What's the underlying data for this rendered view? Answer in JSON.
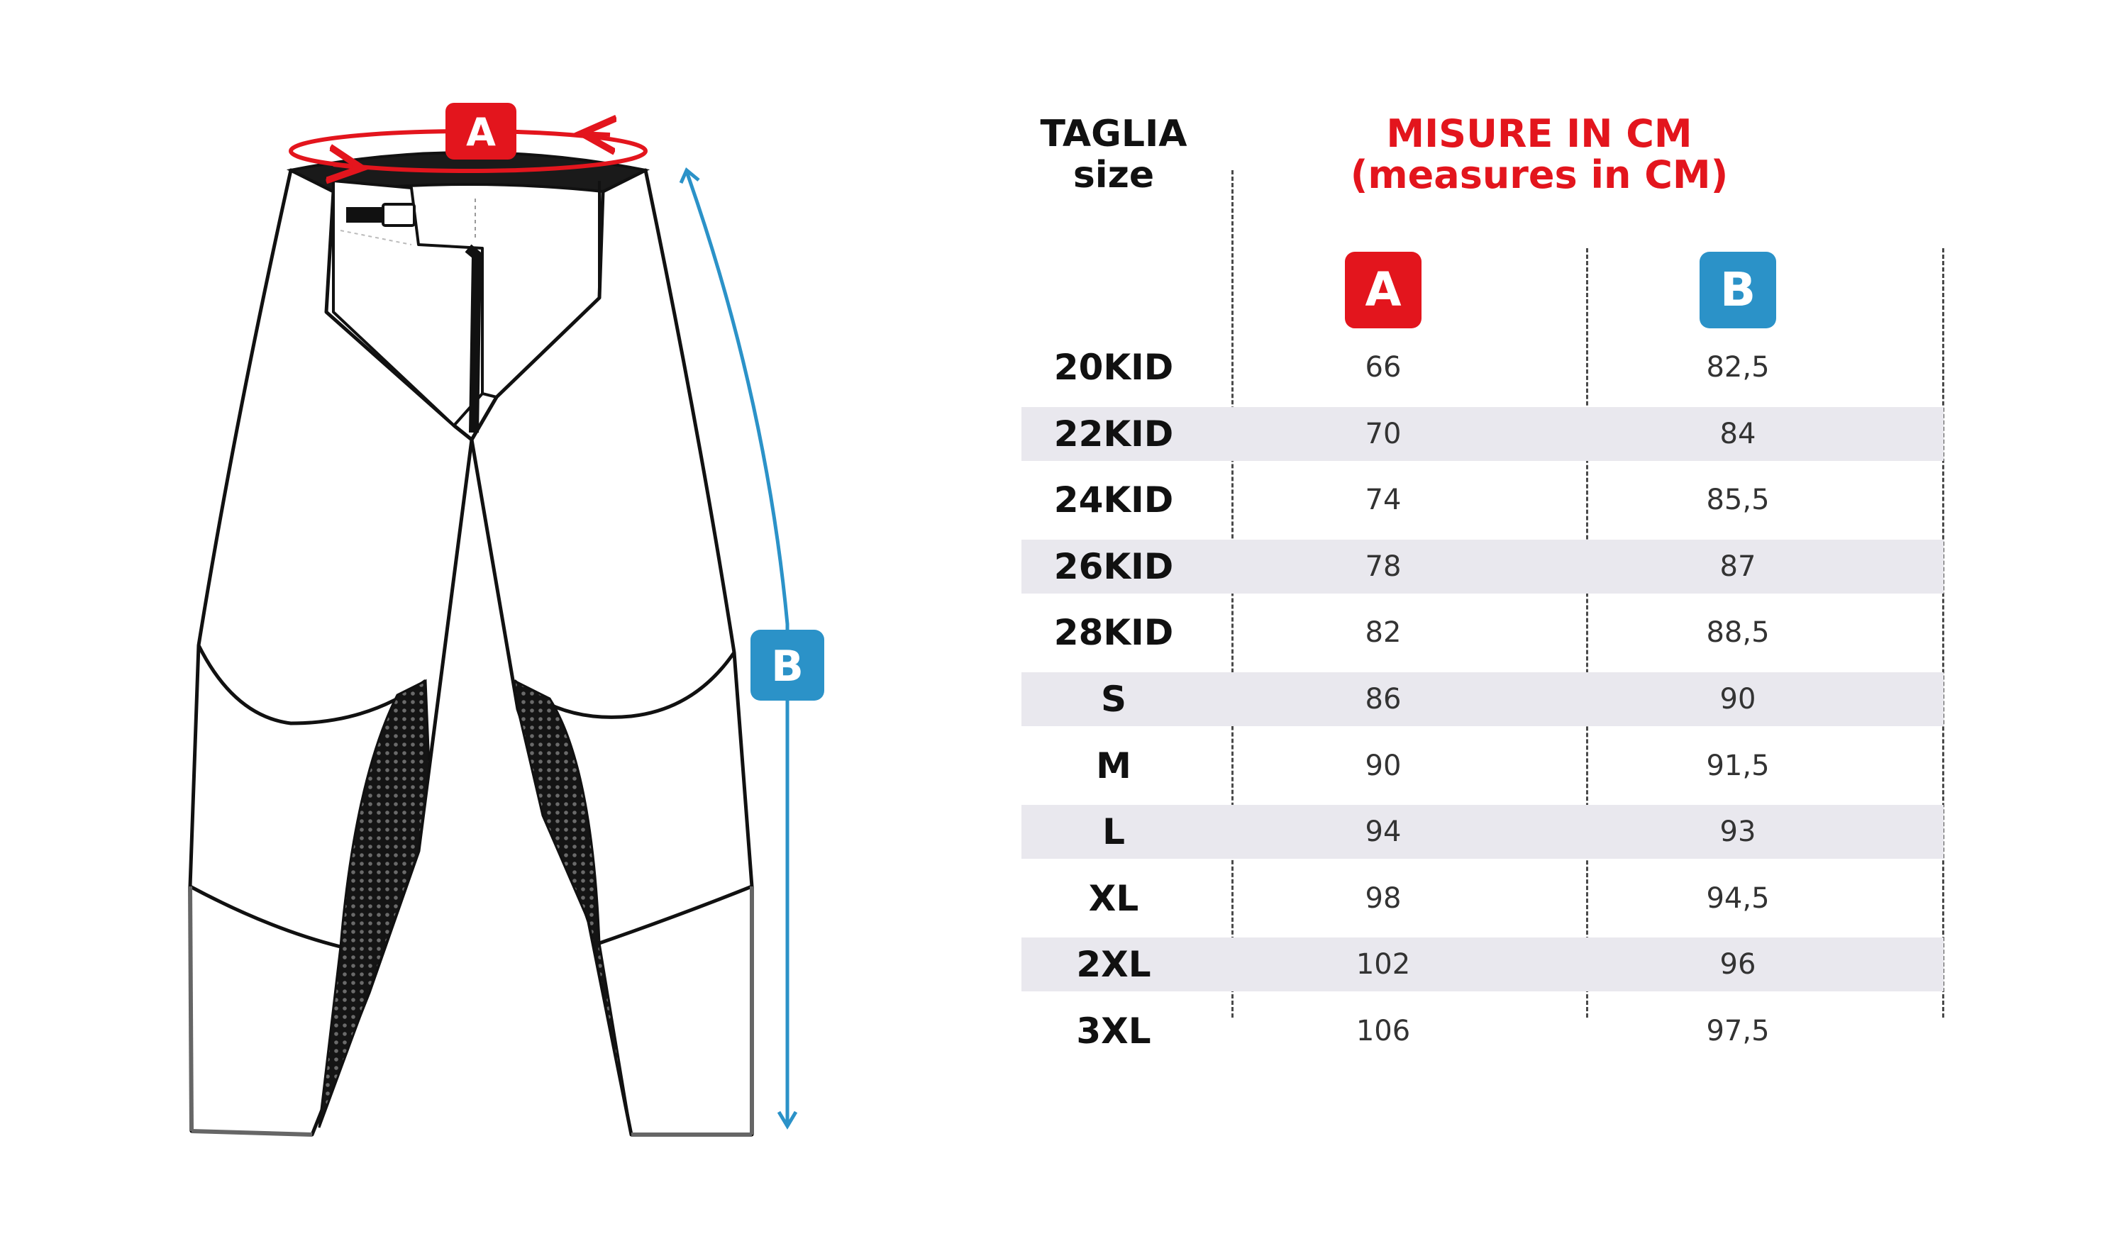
{
  "illustration": {
    "badge_a": "A",
    "badge_b": "B"
  },
  "table": {
    "header_size_line1": "TAGLIA",
    "header_size_line2": "size",
    "header_measures_line1": "MISURE IN CM",
    "header_measures_line2": "(measures in CM)",
    "col_a_label": "A",
    "col_b_label": "B",
    "rows": [
      {
        "size": "20KID",
        "a": "66",
        "b": "82,5",
        "shaded": false
      },
      {
        "size": "22KID",
        "a": "70",
        "b": "84",
        "shaded": true
      },
      {
        "size": "24KID",
        "a": "74",
        "b": "85,5",
        "shaded": false
      },
      {
        "size": "26KID",
        "a": "78",
        "b": "87",
        "shaded": true
      },
      {
        "size": "28KID",
        "a": "82",
        "b": "88,5",
        "shaded": false
      },
      {
        "size": "S",
        "a": "86",
        "b": "90",
        "shaded": true
      },
      {
        "size": "M",
        "a": "90",
        "b": "91,5",
        "shaded": false
      },
      {
        "size": "L",
        "a": "94",
        "b": "93",
        "shaded": true
      },
      {
        "size": "XL",
        "a": "98",
        "b": "94,5",
        "shaded": false
      },
      {
        "size": "2XL",
        "a": "102",
        "b": "96",
        "shaded": true
      },
      {
        "size": "3XL",
        "a": "106",
        "b": "97,5",
        "shaded": false
      }
    ]
  },
  "colors": {
    "accent_red": "#e3151d",
    "accent_blue": "#2b92c8",
    "row_shade": "#e9e8ee"
  }
}
